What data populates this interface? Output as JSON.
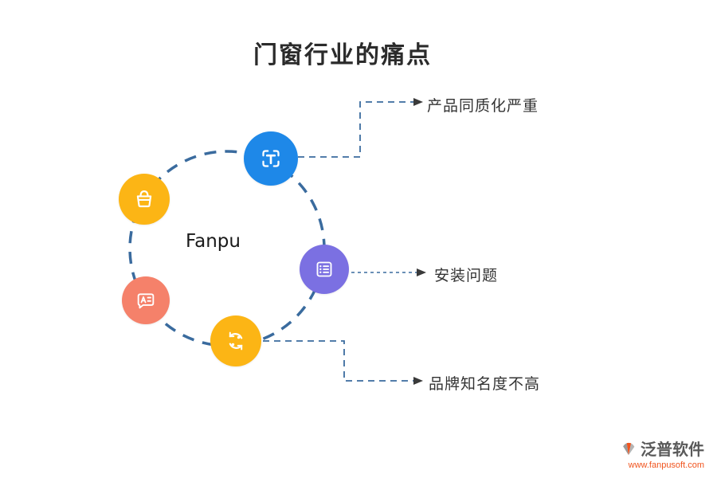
{
  "title": "门窗行业的痛点",
  "center_label": "Fanpu",
  "pain_points": [
    "产品同质化严重",
    "安装问题",
    "品牌知名度不高"
  ],
  "nodes": [
    {
      "icon": "crop-frame-t-icon",
      "color": "#1e88e8"
    },
    {
      "icon": "basket-icon",
      "color": "#fcb515"
    },
    {
      "icon": "chat-bubble-a-icon",
      "color": "#f5816a"
    },
    {
      "icon": "list-form-icon",
      "color": "#7b70e2"
    },
    {
      "icon": "sync-arrows-icon",
      "color": "#fcb515"
    }
  ],
  "connector_color": "#3a6b9e",
  "footer": {
    "brand": "泛普软件",
    "url": "www.fanpusoft.com",
    "accent_color": "#f0541e"
  }
}
